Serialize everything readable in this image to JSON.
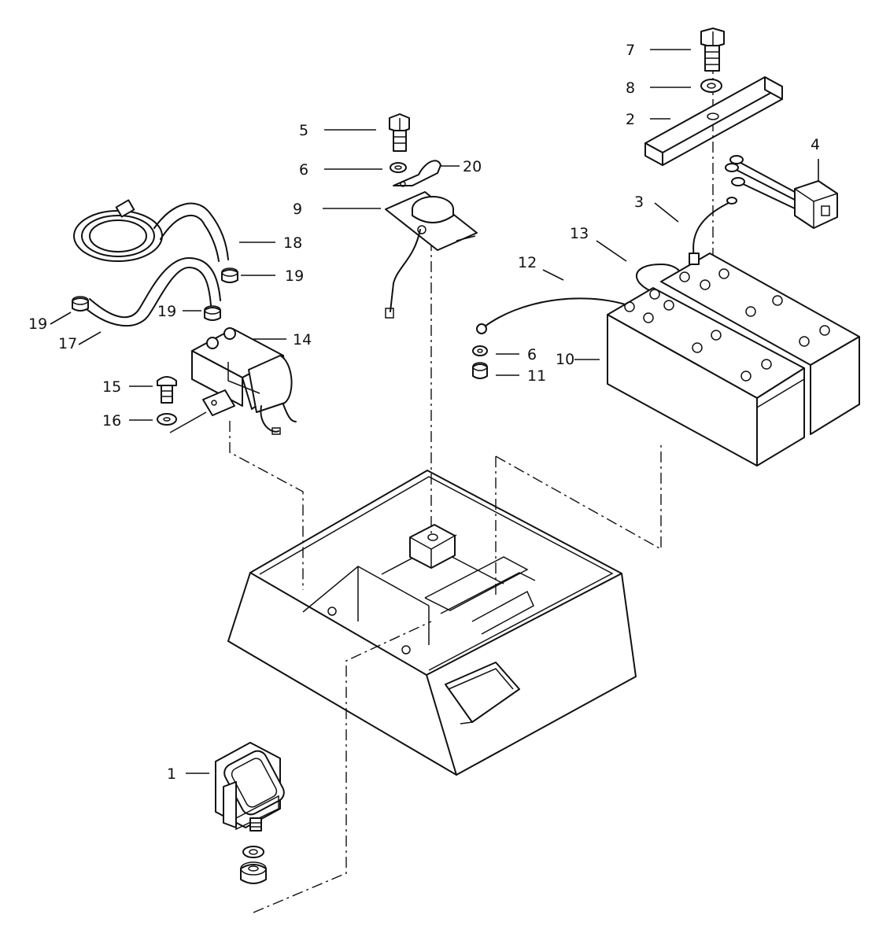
{
  "callouts": [
    {
      "id": "label-1",
      "text": "1"
    },
    {
      "id": "label-2",
      "text": "2"
    },
    {
      "id": "label-3",
      "text": "3"
    },
    {
      "id": "label-4",
      "text": "4"
    },
    {
      "id": "label-5",
      "text": "5"
    },
    {
      "id": "label-6a",
      "text": "6"
    },
    {
      "id": "label-6b",
      "text": "6"
    },
    {
      "id": "label-7",
      "text": "7"
    },
    {
      "id": "label-8",
      "text": "8"
    },
    {
      "id": "label-9",
      "text": "9"
    },
    {
      "id": "label-10",
      "text": "10"
    },
    {
      "id": "label-11",
      "text": "11"
    },
    {
      "id": "label-12",
      "text": "12"
    },
    {
      "id": "label-13",
      "text": "13"
    },
    {
      "id": "label-14",
      "text": "14"
    },
    {
      "id": "label-15",
      "text": "15"
    },
    {
      "id": "label-16",
      "text": "16"
    },
    {
      "id": "label-17",
      "text": "17"
    },
    {
      "id": "label-18",
      "text": "18"
    },
    {
      "id": "label-19a",
      "text": "19"
    },
    {
      "id": "label-19b",
      "text": "19"
    },
    {
      "id": "label-19c",
      "text": "19"
    },
    {
      "id": "label-20",
      "text": "20"
    }
  ]
}
